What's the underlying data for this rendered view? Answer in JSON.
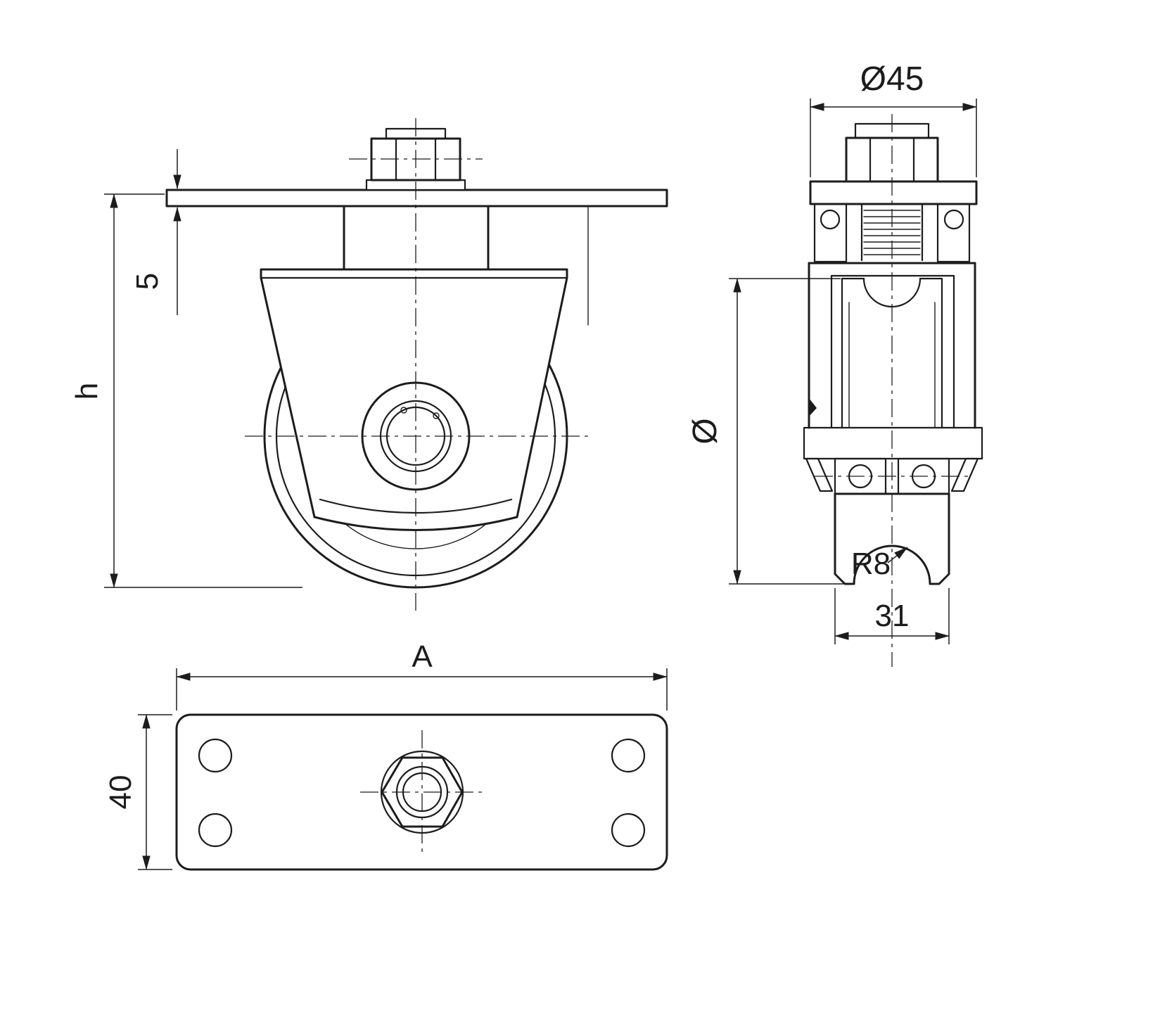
{
  "labels": {
    "plate_thickness": "5",
    "overall_height": "h",
    "top_flange_diameter": "Ø45",
    "wheel_diameter": "Ø",
    "groove_radius": "R8",
    "hub_width": "31",
    "plate_length": "A",
    "plate_width": "40"
  },
  "colors": {
    "ink": "#1c1c1c",
    "paper": "#ffffff"
  }
}
